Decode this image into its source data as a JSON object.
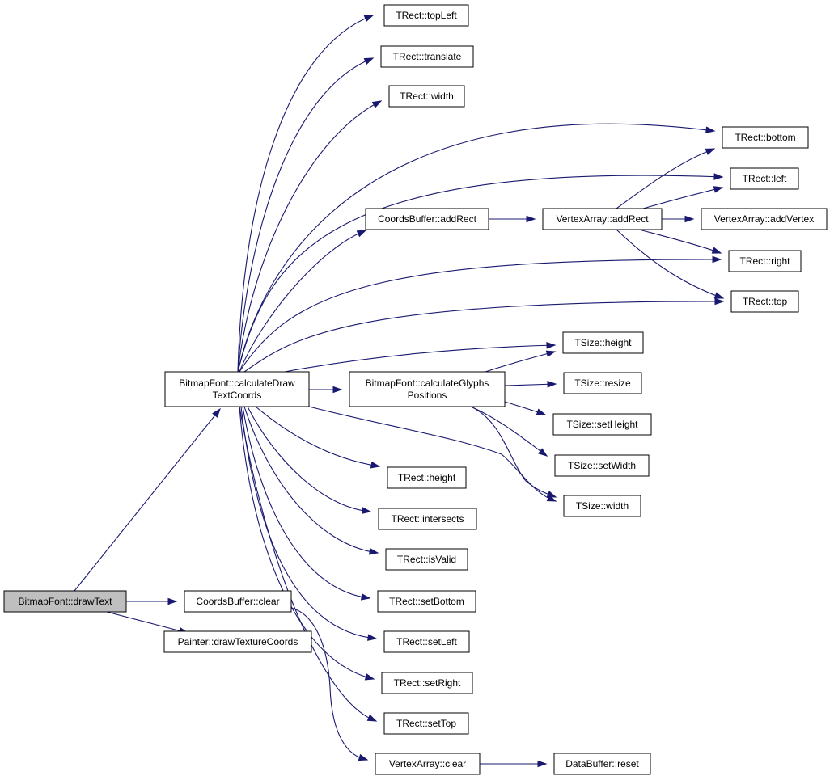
{
  "diagram": {
    "nodes": [
      {
        "id": "drawText",
        "lines": [
          "BitmapFont::drawText"
        ],
        "highlighted": true
      },
      {
        "id": "calcDraw",
        "lines": [
          "BitmapFont::calculateDraw",
          "TextCoords"
        ]
      },
      {
        "id": "cbClear",
        "lines": [
          "CoordsBuffer::clear"
        ]
      },
      {
        "id": "painter",
        "lines": [
          "Painter::drawTextureCoords"
        ]
      },
      {
        "id": "topLeft",
        "lines": [
          "TRect::topLeft"
        ]
      },
      {
        "id": "translate",
        "lines": [
          "TRect::translate"
        ]
      },
      {
        "id": "rwidth",
        "lines": [
          "TRect::width"
        ]
      },
      {
        "id": "bottom",
        "lines": [
          "TRect::bottom"
        ]
      },
      {
        "id": "left",
        "lines": [
          "TRect::left"
        ]
      },
      {
        "id": "cbAddRect",
        "lines": [
          "CoordsBuffer::addRect"
        ]
      },
      {
        "id": "vaAddRect",
        "lines": [
          "VertexArray::addRect"
        ]
      },
      {
        "id": "vaAddVertex",
        "lines": [
          "VertexArray::addVertex"
        ]
      },
      {
        "id": "right",
        "lines": [
          "TRect::right"
        ]
      },
      {
        "id": "top",
        "lines": [
          "TRect::top"
        ]
      },
      {
        "id": "sHeight",
        "lines": [
          "TSize::height"
        ]
      },
      {
        "id": "calcGlyphs",
        "lines": [
          "BitmapFont::calculateGlyphs",
          "Positions"
        ]
      },
      {
        "id": "sResize",
        "lines": [
          "TSize::resize"
        ]
      },
      {
        "id": "sSetHeight",
        "lines": [
          "TSize::setHeight"
        ]
      },
      {
        "id": "sSetWidth",
        "lines": [
          "TSize::setWidth"
        ]
      },
      {
        "id": "sWidth",
        "lines": [
          "TSize::width"
        ]
      },
      {
        "id": "rHeight",
        "lines": [
          "TRect::height"
        ]
      },
      {
        "id": "intersects",
        "lines": [
          "TRect::intersects"
        ]
      },
      {
        "id": "isValid",
        "lines": [
          "TRect::isValid"
        ]
      },
      {
        "id": "setBottom",
        "lines": [
          "TRect::setBottom"
        ]
      },
      {
        "id": "setLeft",
        "lines": [
          "TRect::setLeft"
        ]
      },
      {
        "id": "setRight",
        "lines": [
          "TRect::setRight"
        ]
      },
      {
        "id": "setTop",
        "lines": [
          "TRect::setTop"
        ]
      },
      {
        "id": "vaClear",
        "lines": [
          "VertexArray::clear"
        ]
      },
      {
        "id": "dbReset",
        "lines": [
          "DataBuffer::reset"
        ]
      }
    ],
    "edges": [
      [
        "drawText",
        "calcDraw"
      ],
      [
        "drawText",
        "cbClear"
      ],
      [
        "drawText",
        "painter"
      ],
      [
        "calcDraw",
        "topLeft"
      ],
      [
        "calcDraw",
        "translate"
      ],
      [
        "calcDraw",
        "rwidth"
      ],
      [
        "calcDraw",
        "bottom"
      ],
      [
        "calcDraw",
        "left"
      ],
      [
        "calcDraw",
        "cbAddRect"
      ],
      [
        "calcDraw",
        "right"
      ],
      [
        "calcDraw",
        "top"
      ],
      [
        "calcDraw",
        "sHeight"
      ],
      [
        "calcDraw",
        "calcGlyphs"
      ],
      [
        "calcDraw",
        "sWidth"
      ],
      [
        "calcDraw",
        "rHeight"
      ],
      [
        "calcDraw",
        "intersects"
      ],
      [
        "calcDraw",
        "isValid"
      ],
      [
        "calcDraw",
        "setBottom"
      ],
      [
        "calcDraw",
        "setLeft"
      ],
      [
        "calcDraw",
        "setRight"
      ],
      [
        "calcDraw",
        "setTop"
      ],
      [
        "cbAddRect",
        "vaAddRect"
      ],
      [
        "vaAddRect",
        "bottom"
      ],
      [
        "vaAddRect",
        "left"
      ],
      [
        "vaAddRect",
        "vaAddVertex"
      ],
      [
        "vaAddRect",
        "right"
      ],
      [
        "vaAddRect",
        "top"
      ],
      [
        "calcGlyphs",
        "sHeight"
      ],
      [
        "calcGlyphs",
        "sResize"
      ],
      [
        "calcGlyphs",
        "sSetHeight"
      ],
      [
        "calcGlyphs",
        "sSetWidth"
      ],
      [
        "calcGlyphs",
        "sWidth"
      ],
      [
        "cbClear",
        "vaClear"
      ],
      [
        "vaClear",
        "dbReset"
      ]
    ]
  }
}
